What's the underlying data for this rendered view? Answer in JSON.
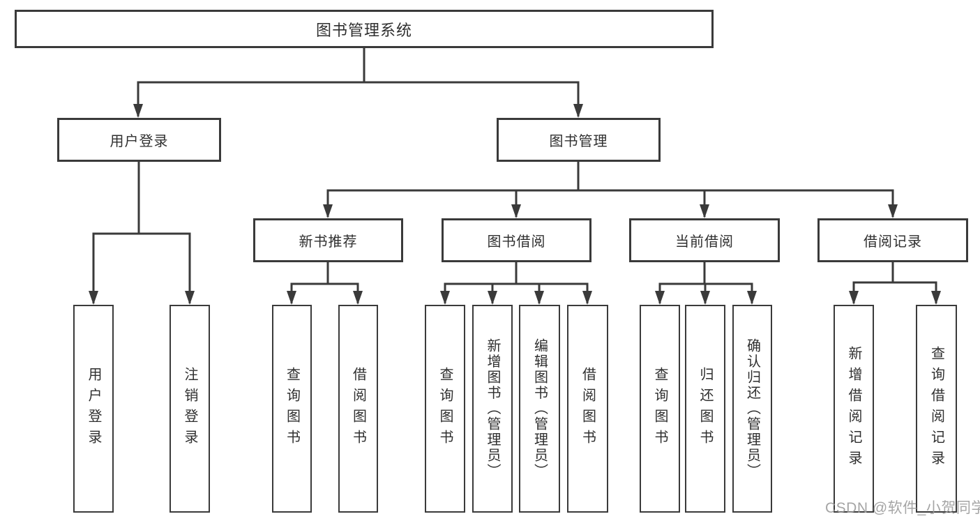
{
  "diagram_type": "functional-structure-tree",
  "tree": {
    "root": {
      "label": "图书管理系统"
    },
    "children": [
      {
        "label": "用户登录",
        "children": [
          {
            "label": "用户登录"
          },
          {
            "label": "注销登录"
          }
        ]
      },
      {
        "label": "图书管理",
        "children": [
          {
            "label": "新书推荐",
            "children": [
              {
                "label": "查询图书"
              },
              {
                "label": "借阅图书"
              }
            ]
          },
          {
            "label": "图书借阅",
            "children": [
              {
                "label": "查询图书"
              },
              {
                "label": "新增图书（管理员）"
              },
              {
                "label": "编辑图书（管理员）"
              },
              {
                "label": "借阅图书"
              }
            ]
          },
          {
            "label": "当前借阅",
            "children": [
              {
                "label": "查询图书"
              },
              {
                "label": "归还图书"
              },
              {
                "label": "确认归还（管理员）"
              }
            ]
          },
          {
            "label": "借阅记录",
            "children": [
              {
                "label": "新增借阅记录"
              },
              {
                "label": "查询借阅记录"
              }
            ]
          }
        ]
      }
    ]
  },
  "watermark": "CSDN @软件_小贺同学",
  "colors": {
    "line": "#3a3a3a",
    "box_border": "#3a3a3a",
    "text": "#2f2f2f",
    "watermark": "#9b9b9b",
    "background": "#ffffff"
  }
}
